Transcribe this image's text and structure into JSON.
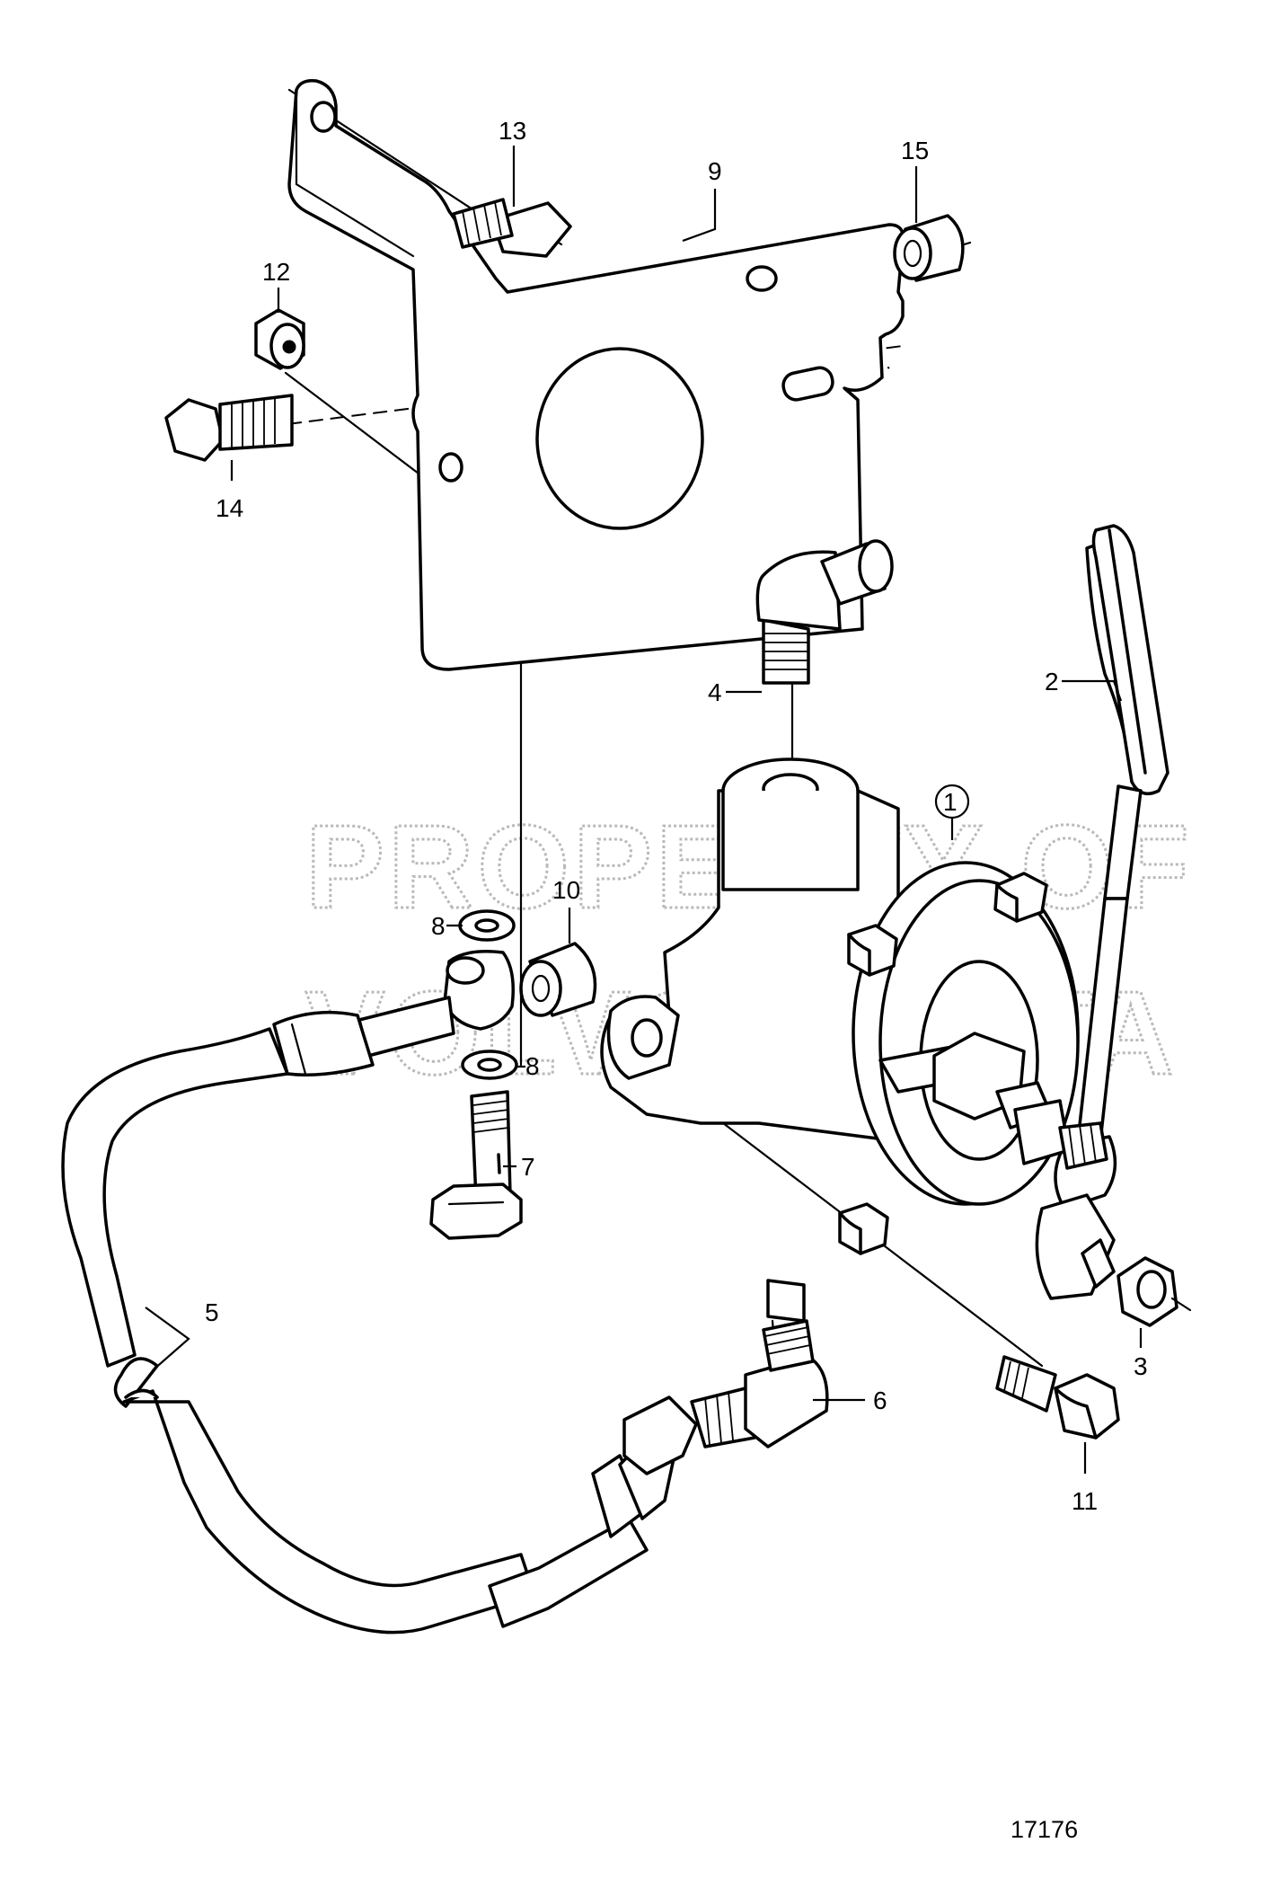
{
  "callouts": {
    "c1": "1",
    "c2": "2",
    "c3": "3",
    "c4": "4",
    "c5": "5",
    "c6": "6",
    "c7": "7",
    "c8a": "8",
    "c8b": "8",
    "c9": "9",
    "c10": "10",
    "c11": "11",
    "c12": "12",
    "c13": "13",
    "c14": "14",
    "c15": "15"
  },
  "watermark": {
    "line1": "PROPERTY OF",
    "line2": "VOLVO PENTA"
  },
  "drawing_number": "17176",
  "colors": {
    "line": "#000000",
    "watermark": "#b9b9b9",
    "background": "#ffffff"
  }
}
